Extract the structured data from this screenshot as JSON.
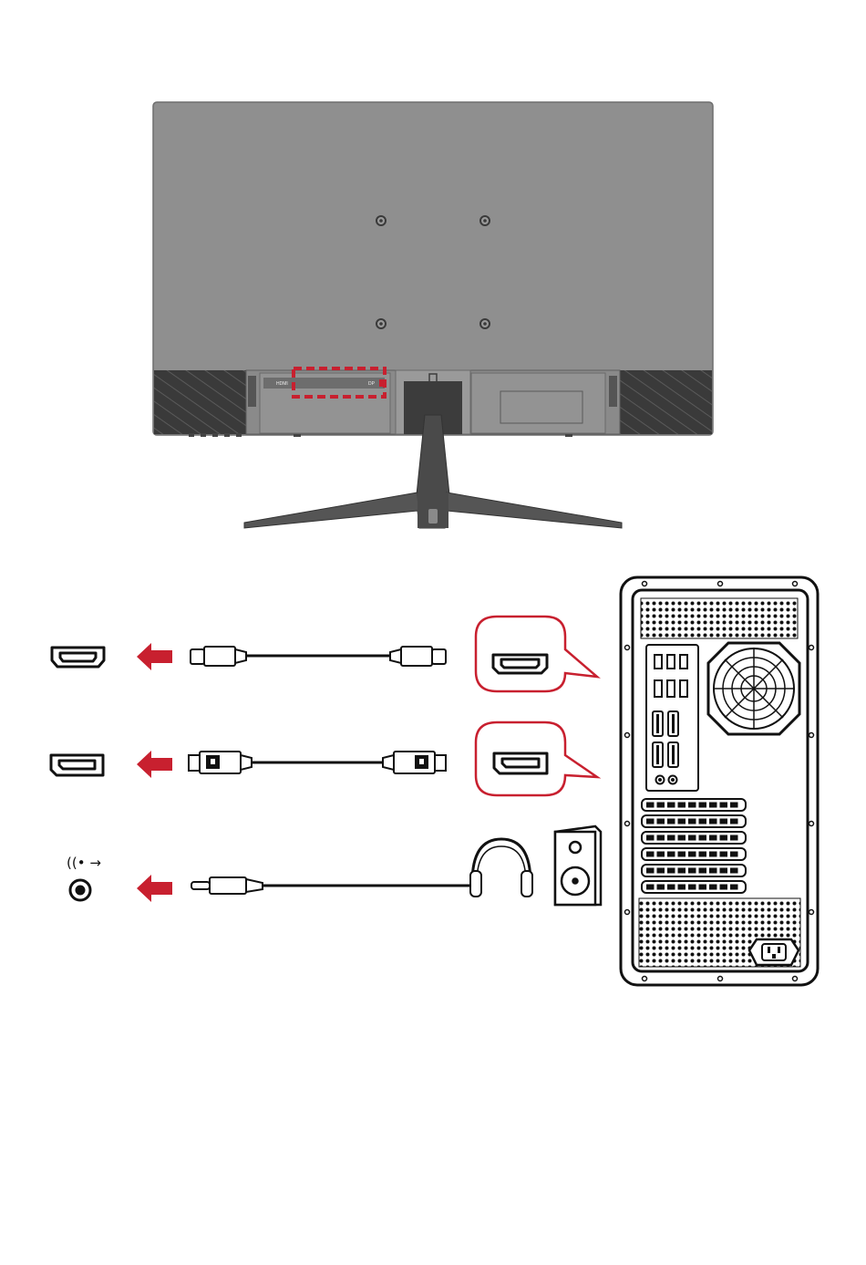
{
  "diagram": {
    "description_labels": {
      "monitor_port_label_left": "HDMI",
      "monitor_port_label_right": "DP"
    },
    "audio_symbol": "((• →",
    "connections": [
      {
        "id": "hdmi",
        "port_icon": "hdmi-port-icon",
        "cable": "hdmi-cable",
        "source": "pc-hdmi-port"
      },
      {
        "id": "displayport",
        "port_icon": "displayport-port-icon",
        "cable": "displayport-cable",
        "source": "pc-displayport-port"
      },
      {
        "id": "audio",
        "port_icon": "audio-out-port-icon",
        "cable": "audio-cable",
        "source": "headphones-and-speaker"
      }
    ],
    "colors": {
      "accent": "#c8202f",
      "monitor_body": "#8f8f8f",
      "monitor_dark": "#3c3c3c",
      "line": "#111111"
    }
  }
}
